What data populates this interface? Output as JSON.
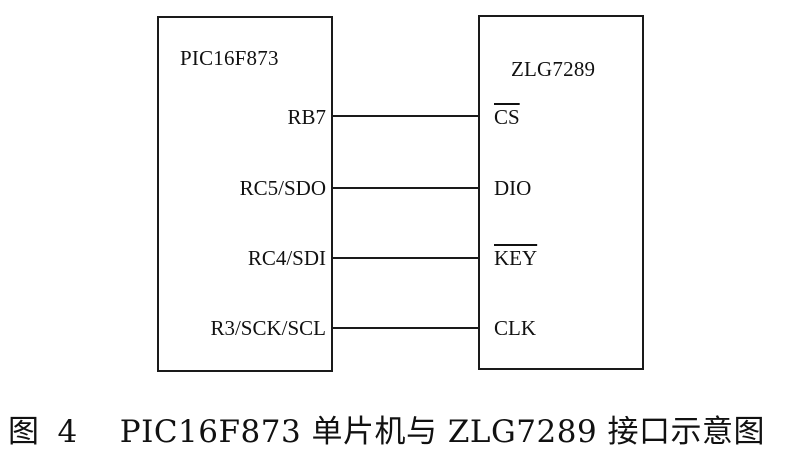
{
  "diagram": {
    "left_chip": {
      "name": "PIC16F873",
      "pins": [
        "RB7",
        "RC5/SDO",
        "RC4/SDI",
        "R3/SCK/SCL"
      ]
    },
    "right_chip": {
      "name": "ZLG7289",
      "pins": [
        "CS",
        "DIO",
        "KEY",
        "CLK"
      ]
    },
    "caption": {
      "prefix": "图",
      "number": "4",
      "text": "PIC16F873 单片机与 ZLG7289 接口示意图"
    }
  }
}
